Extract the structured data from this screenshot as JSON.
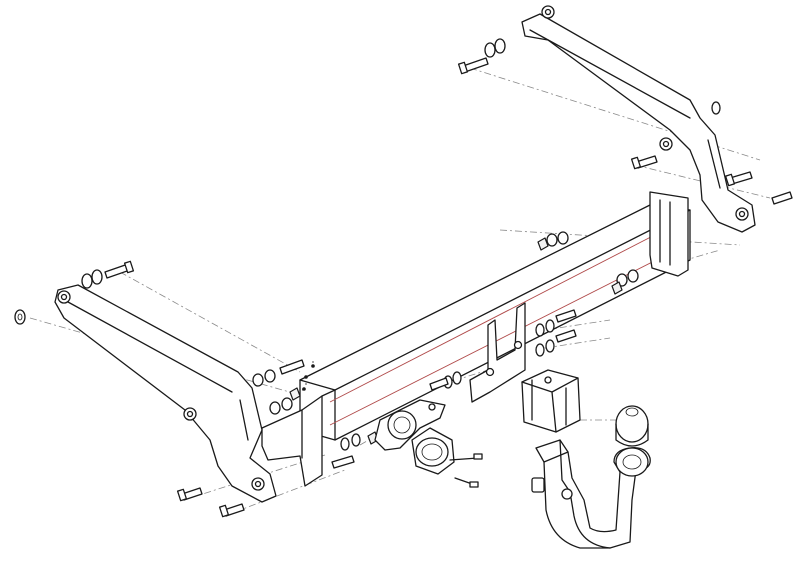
{
  "diagram": {
    "kind": "exploded-assembly-drawing",
    "labels": []
  },
  "colors": {
    "line": "#1a1a1a",
    "axis": "#8a8a8a",
    "accent": "#b04a4a",
    "background": "#ffffff"
  },
  "parts": [
    "crossbar-tube",
    "left-side-bracket",
    "right-side-bracket",
    "tow-ball-neck",
    "tow-ball",
    "electrical-socket",
    "socket-plate",
    "lock-receiver",
    "bolts",
    "washers",
    "nuts"
  ]
}
